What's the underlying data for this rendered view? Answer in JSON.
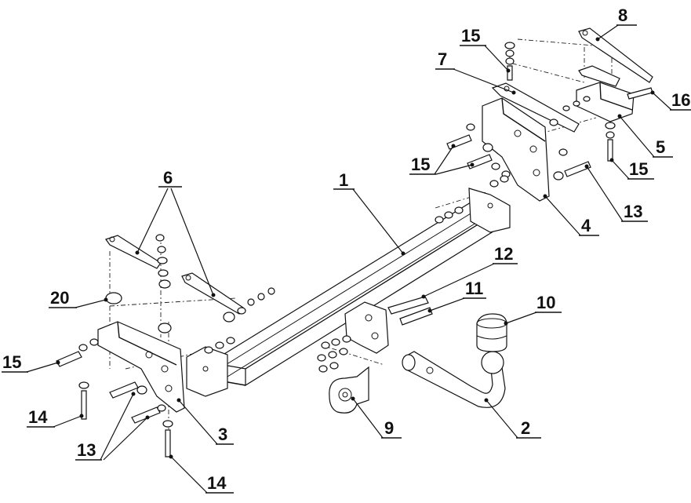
{
  "diagram": {
    "callouts": {
      "c1": "1",
      "c2": "2",
      "c3": "3",
      "c4": "4",
      "c5": "5",
      "c6": "6",
      "c7": "7",
      "c8": "8",
      "c9": "9",
      "c10": "10",
      "c11": "11",
      "c12": "12",
      "c13a": "13",
      "c13b": "13",
      "c14a": "14",
      "c14b": "14",
      "c15a": "15",
      "c15b": "15",
      "c15c": "15",
      "c15d": "15",
      "c16": "16",
      "c20": "20"
    }
  }
}
